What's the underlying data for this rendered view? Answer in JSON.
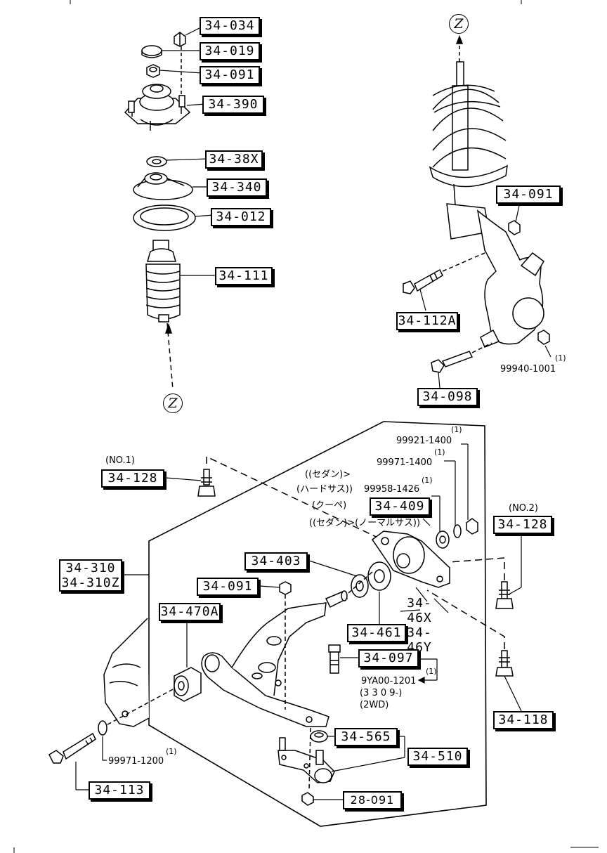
{
  "callouts": {
    "top": "Z",
    "bottom": "Z"
  },
  "upper_parts": {
    "p1": "34-034",
    "p2": "34-019",
    "p3": "34-091",
    "p4": "34-390",
    "p5": "34-38X",
    "p6": "34-340",
    "p7": "34-012",
    "p8": "34-111"
  },
  "strut_parts": {
    "p1": "34-091",
    "p2": "34-112A",
    "p3": "34-098",
    "note_qty": "(1)",
    "note_part": "99940-1001"
  },
  "lower_parts": {
    "n1_qty": "(1)",
    "n1_part": "99921-1400",
    "n2_qty": "(1)",
    "n2_part": "99971-1400",
    "n3_text": "((セダン)>",
    "n3_sub": "(ハードサス))",
    "n3_qty": "(1)",
    "n3_part": "99958-1426",
    "coupe": "(クーペ)",
    "sedan_normal": "((セダン)>(ノーマルサス))",
    "p409": "34-409",
    "no1": "(NO.1)",
    "p128a": "34-128",
    "no2": "(NO.2)",
    "p128b": "34-128",
    "p310": "34-310",
    "p310z": "34-310Z",
    "p403": "34-403",
    "p091": "34-091",
    "p46x": "34-46X",
    "p46y": "34-46Y",
    "p470a": "34-470A",
    "p461": "34-461",
    "p097": "34-097",
    "n4_qty": "(1)",
    "n4_part": "9YA00-1201",
    "n4_l2": "(3 3 0 9-)",
    "n4_l3": "(2WD)",
    "p118": "34-118",
    "p565": "34-565",
    "p510": "34-510",
    "n5_qty": "(1)",
    "n5_part": "99971-1200",
    "p113": "34-113",
    "p28091": "28-091"
  }
}
